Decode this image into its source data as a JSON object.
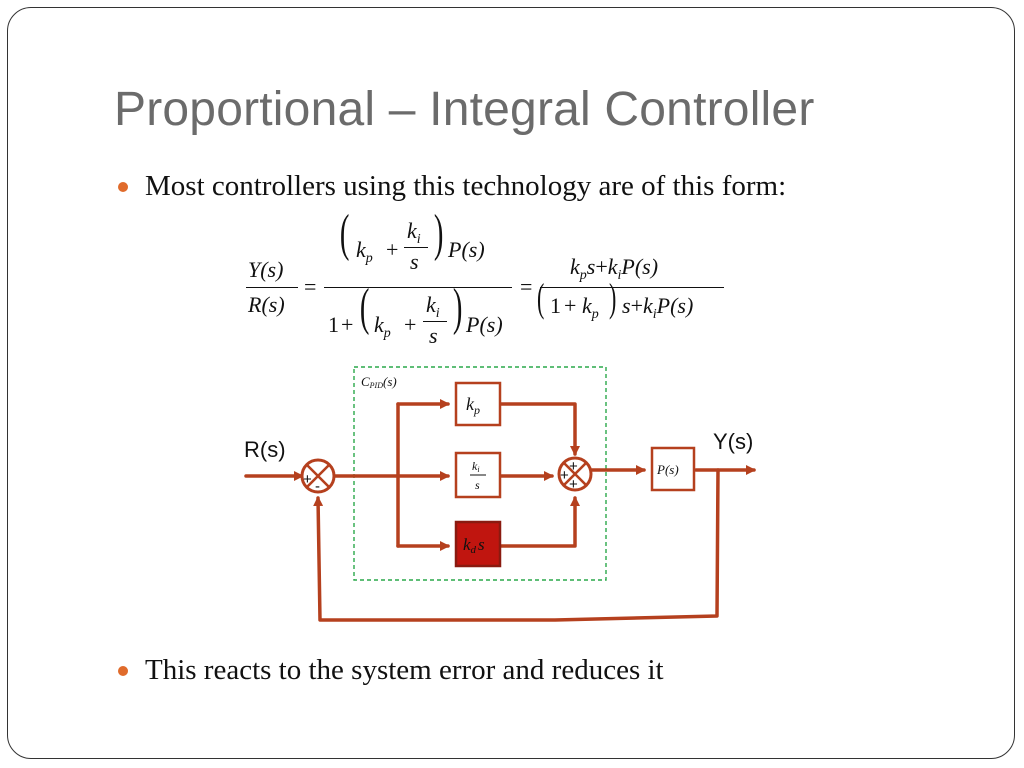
{
  "slide": {
    "title": "Proportional – Integral Controller",
    "bullet1": "Most controllers using this technology are of this form:",
    "bullet2": "This reacts to the system error and reduces it"
  },
  "equation": {
    "lhs_num": "Y(s)",
    "lhs_den": "R(s)",
    "equals": "=",
    "plus": "+",
    "one": "1",
    "k": "k",
    "p_sub": "p",
    "i_sub": "i",
    "s": "s",
    "Ps": "P(s)"
  },
  "diagram": {
    "input_label": "R(s)",
    "output_label": "Y(s)",
    "controller_label": "C",
    "controller_sub": "PID",
    "controller_arg": "(s)",
    "kp_block": "k",
    "kp_sub": "p",
    "ki_num": "k",
    "ki_sub": "i",
    "ki_den": "s",
    "kd_block": "k",
    "kd_sub": "d",
    "kd_s": "s",
    "plant_block": "P(s)",
    "sum1_plus": "+",
    "sum1_minus": "-",
    "sum2_top_plus": "+",
    "sum2_left_plus": "+",
    "sum2_bottom_plus": "+"
  },
  "colors": {
    "accent_bullet": "#e06b2b",
    "signal_line": "#b5401e",
    "kd_fill": "#c0150f",
    "controller_border": "#2aa84a",
    "title_color": "#6b6b6b"
  }
}
